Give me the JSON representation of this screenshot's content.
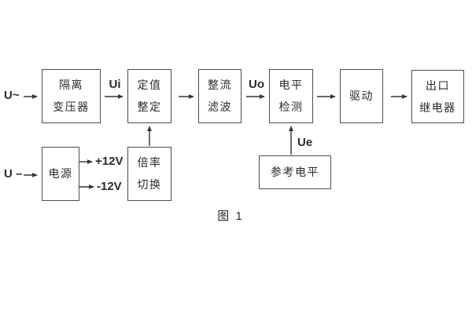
{
  "diagram": {
    "caption": "图 1",
    "signals": {
      "ac_input": "U~",
      "dc_input": "U –",
      "ui": "Ui",
      "uo": "Uo",
      "ue": "Ue",
      "plus_12v": "+12V",
      "minus_12v": "-12V"
    },
    "blocks": {
      "isolation_transformer": {
        "line1": "隔离",
        "line2": "变压器"
      },
      "value_setting": {
        "line1": "定值",
        "line2": "整定"
      },
      "rectify_filter": {
        "line1": "整流",
        "line2": "滤波"
      },
      "level_detection": {
        "line1": "电平",
        "line2": "检测"
      },
      "drive": {
        "line1": "驱动"
      },
      "output_relay": {
        "line1": "出口",
        "line2": "继电器"
      },
      "power_supply": {
        "line1": "电源"
      },
      "ratio_switch": {
        "line1": "倍率",
        "line2": "切换"
      },
      "reference_level": {
        "line1": "参考电平"
      }
    },
    "colors": {
      "background": "#ffffff",
      "box_border": "#4d4d4d",
      "line": "#333333",
      "text": "#2b2b2b"
    }
  }
}
